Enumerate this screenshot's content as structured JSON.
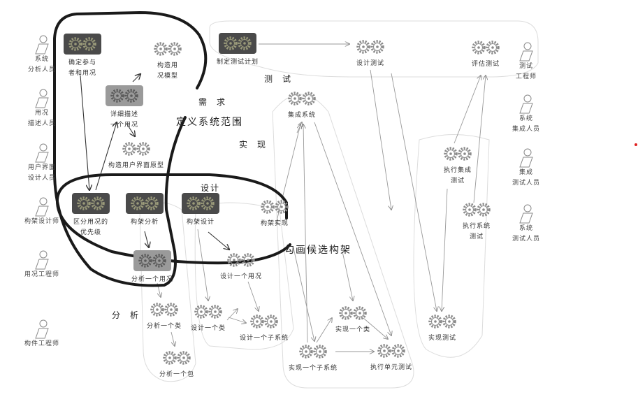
{
  "colors": {
    "loop": "#1a1a1a",
    "activity_dark": "#4a4a4a",
    "activity_mid": "#9a9a9a",
    "arrow": "#9a9a9a",
    "marker": "#e02020"
  },
  "workers": [
    {
      "label": "系统\n分析人员"
    },
    {
      "label": "用况\n描述人员"
    },
    {
      "label": "用户界面\n设计人员"
    },
    {
      "label": "构架设计师"
    },
    {
      "label": "用况工程师"
    },
    {
      "label": "构件工程师"
    },
    {
      "label": "测试\n工程师"
    },
    {
      "label": "系统\n集成人员"
    },
    {
      "label": "集成\n测试人员"
    },
    {
      "label": "系统\n测试人员"
    }
  ],
  "activities": [
    {
      "label": "确定参与\n者和用况",
      "style": "dark"
    },
    {
      "label": "构造用\n况模型",
      "style": "light"
    },
    {
      "label": "详细描述\n一个用况",
      "style": "mid"
    },
    {
      "label": "构造用户界面原型",
      "style": "light"
    },
    {
      "label": "区分用况的\n优先级",
      "style": "dark"
    },
    {
      "label": "构架分析",
      "style": "dark"
    },
    {
      "label": "构架设计",
      "style": "dark"
    },
    {
      "label": "构架实现",
      "style": "light"
    },
    {
      "label": "分析一个用况",
      "style": "mid"
    },
    {
      "label": "设计一个用况",
      "style": "light"
    },
    {
      "label": "分析一个类",
      "style": "light"
    },
    {
      "label": "分析一个包",
      "style": "light"
    },
    {
      "label": "设计一个类",
      "style": "light"
    },
    {
      "label": "设计一个子系统",
      "style": "light"
    },
    {
      "label": "制定测试计划",
      "style": "dark"
    },
    {
      "label": "设计测试",
      "style": "light"
    },
    {
      "label": "评估测试",
      "style": "light"
    },
    {
      "label": "集成系统",
      "style": "light"
    },
    {
      "label": "执行集成\n测试",
      "style": "light"
    },
    {
      "label": "执行系统\n测试",
      "style": "light"
    },
    {
      "label": "实现一个类",
      "style": "light"
    },
    {
      "label": "实现一个子系统",
      "style": "light"
    },
    {
      "label": "执行单元测试",
      "style": "light"
    },
    {
      "label": "实现测试",
      "style": "light"
    }
  ],
  "phases": {
    "requirements": "需求",
    "define_scope": "定义系统范围",
    "implementation": "实现",
    "test": "测试",
    "design": "设计",
    "outline_arch": "勾画候选构架",
    "analysis": "分析"
  }
}
